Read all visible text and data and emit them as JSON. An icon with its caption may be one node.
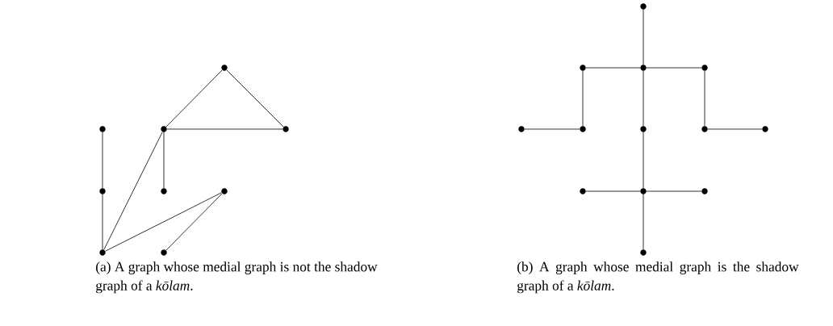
{
  "diagram": {
    "nodes": [
      {
        "text": [],
        "shape": "circle"
      },
      {
        "text": [],
        "shape": "circle"
      },
      {
        "text": [],
        "shape": "circle"
      },
      {
        "text": [],
        "shape": "circle"
      },
      {
        "text": [],
        "shape": "circle"
      },
      {
        "text": [],
        "shape": "circle"
      },
      {
        "text": [],
        "shape": "circle"
      },
      {
        "text": [],
        "shape": "circle"
      },
      {
        "text": [],
        "shape": "circle"
      },
      {
        "text": [],
        "shape": "circle"
      },
      {
        "text": [],
        "shape": "circle"
      },
      {
        "text": [],
        "shape": "circle"
      },
      {
        "text": [],
        "shape": "circle"
      },
      {
        "text": [],
        "shape": "circle"
      },
      {
        "text": [],
        "shape": "circle"
      },
      {
        "text": [],
        "shape": "circle"
      },
      {
        "text": [],
        "shape": "circle"
      },
      {
        "text": [],
        "shape": "circle"
      },
      {
        "text": [],
        "shape": "circle"
      },
      {
        "text": [],
        "shape": "circle"
      },
      {
        "text": [],
        "shape": "circle"
      },
      {
        "text": [],
        "shape": "circle"
      }
    ],
    "edges": [
      {
        "from": 1,
        "to": 4,
        "arrow": "none"
      },
      {
        "from": 4,
        "to": 7,
        "arrow": "none"
      },
      {
        "from": 7,
        "to": 2,
        "arrow": "none"
      },
      {
        "from": 7,
        "to": 6,
        "arrow": "none"
      },
      {
        "from": 6,
        "to": 8,
        "arrow": "none"
      },
      {
        "from": 2,
        "to": 5,
        "arrow": "none"
      },
      {
        "from": 2,
        "to": 3,
        "arrow": "none"
      },
      {
        "from": 2,
        "to": 0,
        "arrow": "none"
      },
      {
        "from": 0,
        "to": 3,
        "arrow": "none"
      },
      {
        "from": 9,
        "to": 11,
        "arrow": "none"
      },
      {
        "from": 10,
        "to": 11,
        "arrow": "none"
      },
      {
        "from": 11,
        "to": 12,
        "arrow": "none"
      },
      {
        "from": 10,
        "to": 14,
        "arrow": "none"
      },
      {
        "from": 12,
        "to": 16,
        "arrow": "none"
      },
      {
        "from": 13,
        "to": 14,
        "arrow": "none"
      },
      {
        "from": 16,
        "to": 17,
        "arrow": "none"
      },
      {
        "from": 11,
        "to": 15,
        "arrow": "none"
      },
      {
        "from": 15,
        "to": 19,
        "arrow": "none"
      },
      {
        "from": 18,
        "to": 19,
        "arrow": "none"
      },
      {
        "from": 19,
        "to": 20,
        "arrow": "none"
      },
      {
        "from": 19,
        "to": 21,
        "arrow": "none"
      }
    ],
    "labels": [
      "(a) A graph whose medial graph is not the shadow graph of a *kōlam*.",
      "(b) A graph whose medial graph is the shadow graph of a *kōlam*."
    ]
  }
}
